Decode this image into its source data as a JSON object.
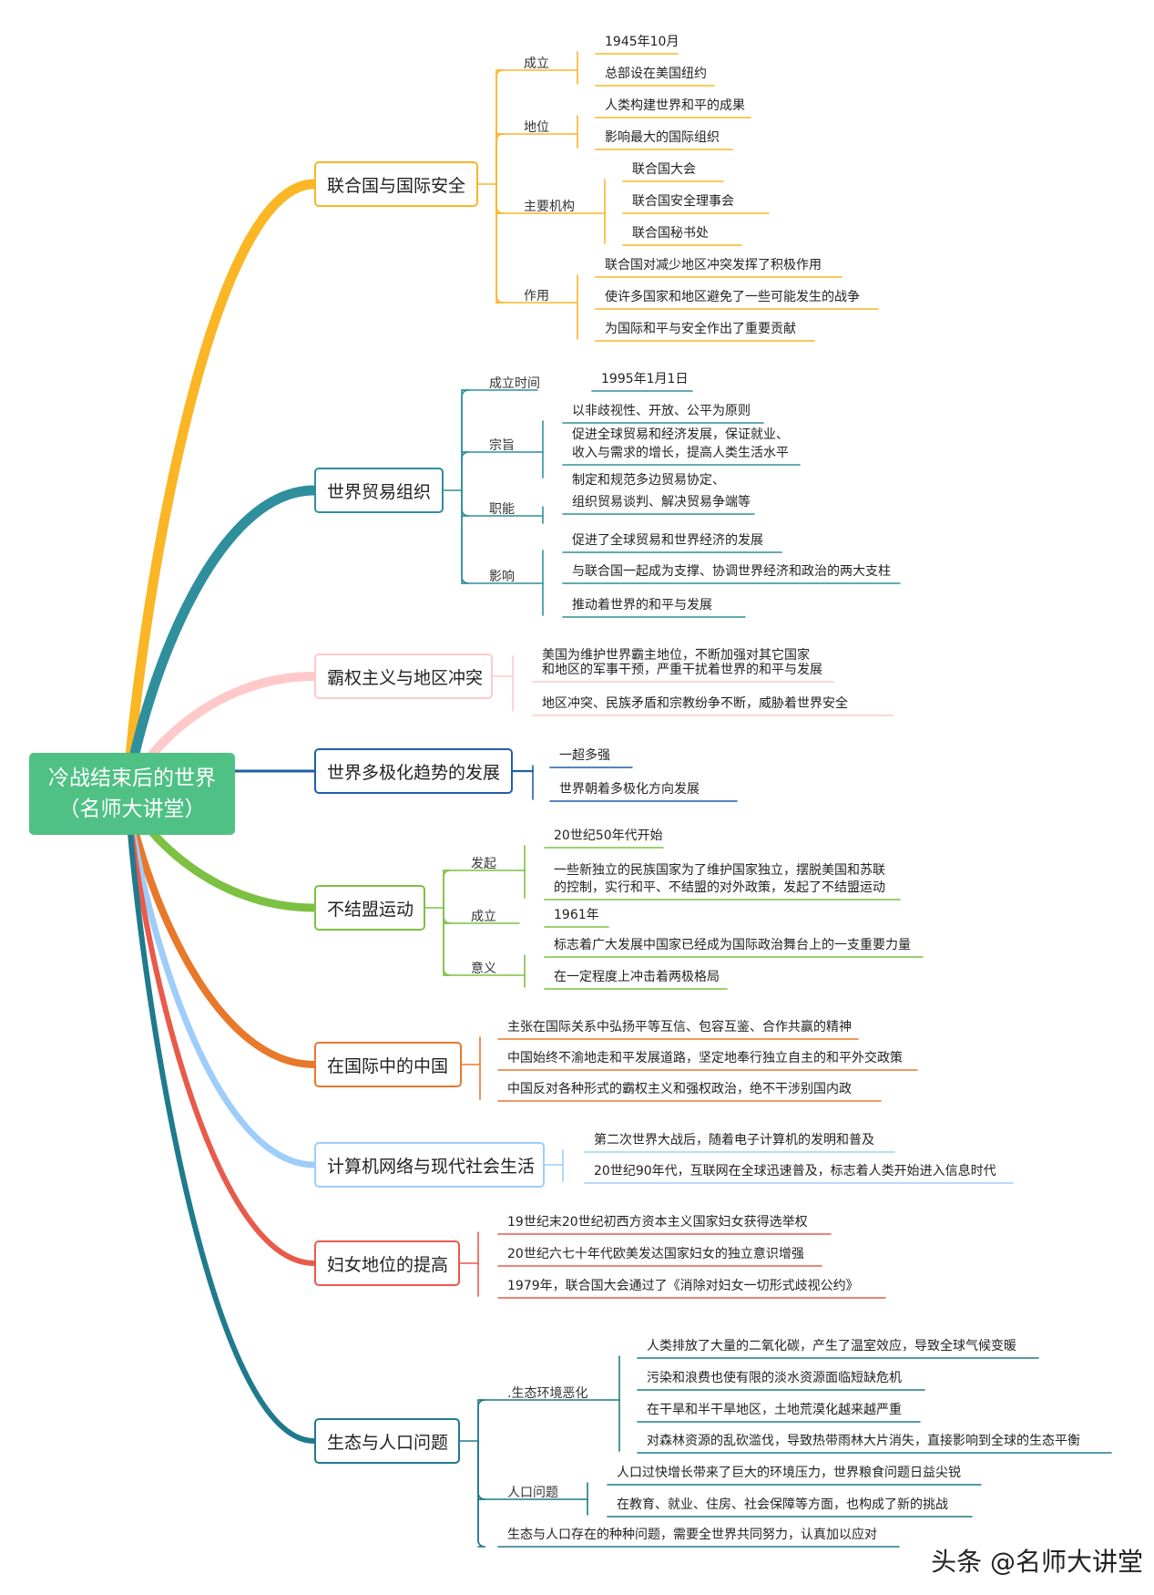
{
  "colors": {
    "root": "#4fc184",
    "un": "#fab625",
    "wto": "#2f8f9d",
    "hegemony": "#ffc9c9",
    "multipolar": "#1f5fa8",
    "nonaligned": "#7cc142",
    "china": "#e8782a",
    "computer": "#9fcdfa",
    "women": "#e85a4a",
    "ecology": "#1f7a8c"
  },
  "root": {
    "line1": "冷战结束后的世界",
    "line2": "（名师大讲堂）"
  },
  "branches": {
    "un": {
      "label": "联合国与国际安全",
      "groups": [
        {
          "label": "成立",
          "items": [
            "1945年10月",
            "总部设在美国纽约"
          ]
        },
        {
          "label": "地位",
          "items": [
            "人类构建世界和平的成果",
            "影响最大的国际组织"
          ]
        },
        {
          "label": "主要机构",
          "items": [
            "联合国大会",
            "联合国安全理事会",
            "联合国秘书处"
          ]
        },
        {
          "label": "作用",
          "items": [
            "联合国对减少地区冲突发挥了积极作用",
            "使许多国家和地区避免了一些可能发生的战争",
            "为国际和平与安全作出了重要贡献"
          ]
        }
      ]
    },
    "wto": {
      "label": "世界贸易组织",
      "groups": [
        {
          "label": "成立时间",
          "items": [
            "1995年1月1日"
          ]
        },
        {
          "label": "宗旨",
          "items": [
            "以非歧视性、开放、公平为原则",
            "促进全球贸易和经济发展，保证就业、",
            "收入与需求的增长，提高人类生活水平"
          ]
        },
        {
          "label": "职能",
          "items": [
            "制定和规范多边贸易协定、",
            "组织贸易谈判、解决贸易争端等"
          ]
        },
        {
          "label": "影响",
          "items": [
            "促进了全球贸易和世界经济的发展",
            "与联合国一起成为支撑、协调世界经济和政治的两大支柱",
            "推动着世界的和平与发展"
          ]
        }
      ]
    },
    "hegemony": {
      "label": "霸权主义与地区冲突",
      "items": [
        "美国为维护世界霸主地位，不断加强对其它国家",
        "和地区的军事干预，严重干扰着世界的和平与发展",
        "地区冲突、民族矛盾和宗教纷争不断，威胁着世界安全"
      ]
    },
    "multipolar": {
      "label": "世界多极化趋势的发展",
      "items": [
        "一超多强",
        "世界朝着多极化方向发展"
      ]
    },
    "nonaligned": {
      "label": "不结盟运动",
      "groups": [
        {
          "label": "发起",
          "items": [
            "20世纪50年代开始",
            "一些新独立的民族国家为了维护国家独立，摆脱美国和苏联",
            "的控制，实行和平、不结盟的对外政策，发起了不结盟运动"
          ]
        },
        {
          "label": "成立",
          "items": [
            "1961年"
          ]
        },
        {
          "label": "意义",
          "items": [
            "标志着广大发展中国家已经成为国际政治舞台上的一支重要力量",
            "在一定程度上冲击着两极格局"
          ]
        }
      ]
    },
    "china": {
      "label": "在国际中的中国",
      "items": [
        "主张在国际关系中弘扬平等互信、包容互鉴、合作共赢的精神",
        "中国始终不渝地走和平发展道路，坚定地奉行独立自主的和平外交政策",
        "中国反对各种形式的霸权主义和强权政治，绝不干涉别国内政"
      ]
    },
    "computer": {
      "label": "计算机网络与现代社会生活",
      "items": [
        "第二次世界大战后，随着电子计算机的发明和普及",
        "20世纪90年代，互联网在全球迅速普及，标志着人类开始进入信息时代"
      ]
    },
    "women": {
      "label": "妇女地位的提高",
      "items": [
        "19世纪末20世纪初西方资本主义国家妇女获得选举权",
        "20世纪六七十年代欧美发达国家妇女的独立意识增强",
        "1979年，联合国大会通过了《消除对妇女一切形式歧视公约》"
      ]
    },
    "ecology": {
      "label": "生态与人口问题",
      "groups": [
        {
          "label": ".生态环境恶化",
          "items": [
            "人类排放了大量的二氧化碳，产生了温室效应，导致全球气候变暖",
            "污染和浪费也使有限的淡水资源面临短缺危机",
            "在干旱和半干旱地区，土地荒漠化越来越严重",
            "对森林资源的乱砍滥伐，导致热带雨林大片消失，直接影响到全球的生态平衡"
          ]
        },
        {
          "label": "人口问题",
          "items": [
            "人口过快增长带来了巨大的环境压力，世界粮食问题日益尖锐",
            "在教育、就业、住房、社会保障等方面，也构成了新的挑战"
          ]
        }
      ],
      "tail": "生态与人口存在的种种问题，需要全世界共同努力，认真加以应对"
    }
  },
  "watermark": "头条 @名师大讲堂"
}
